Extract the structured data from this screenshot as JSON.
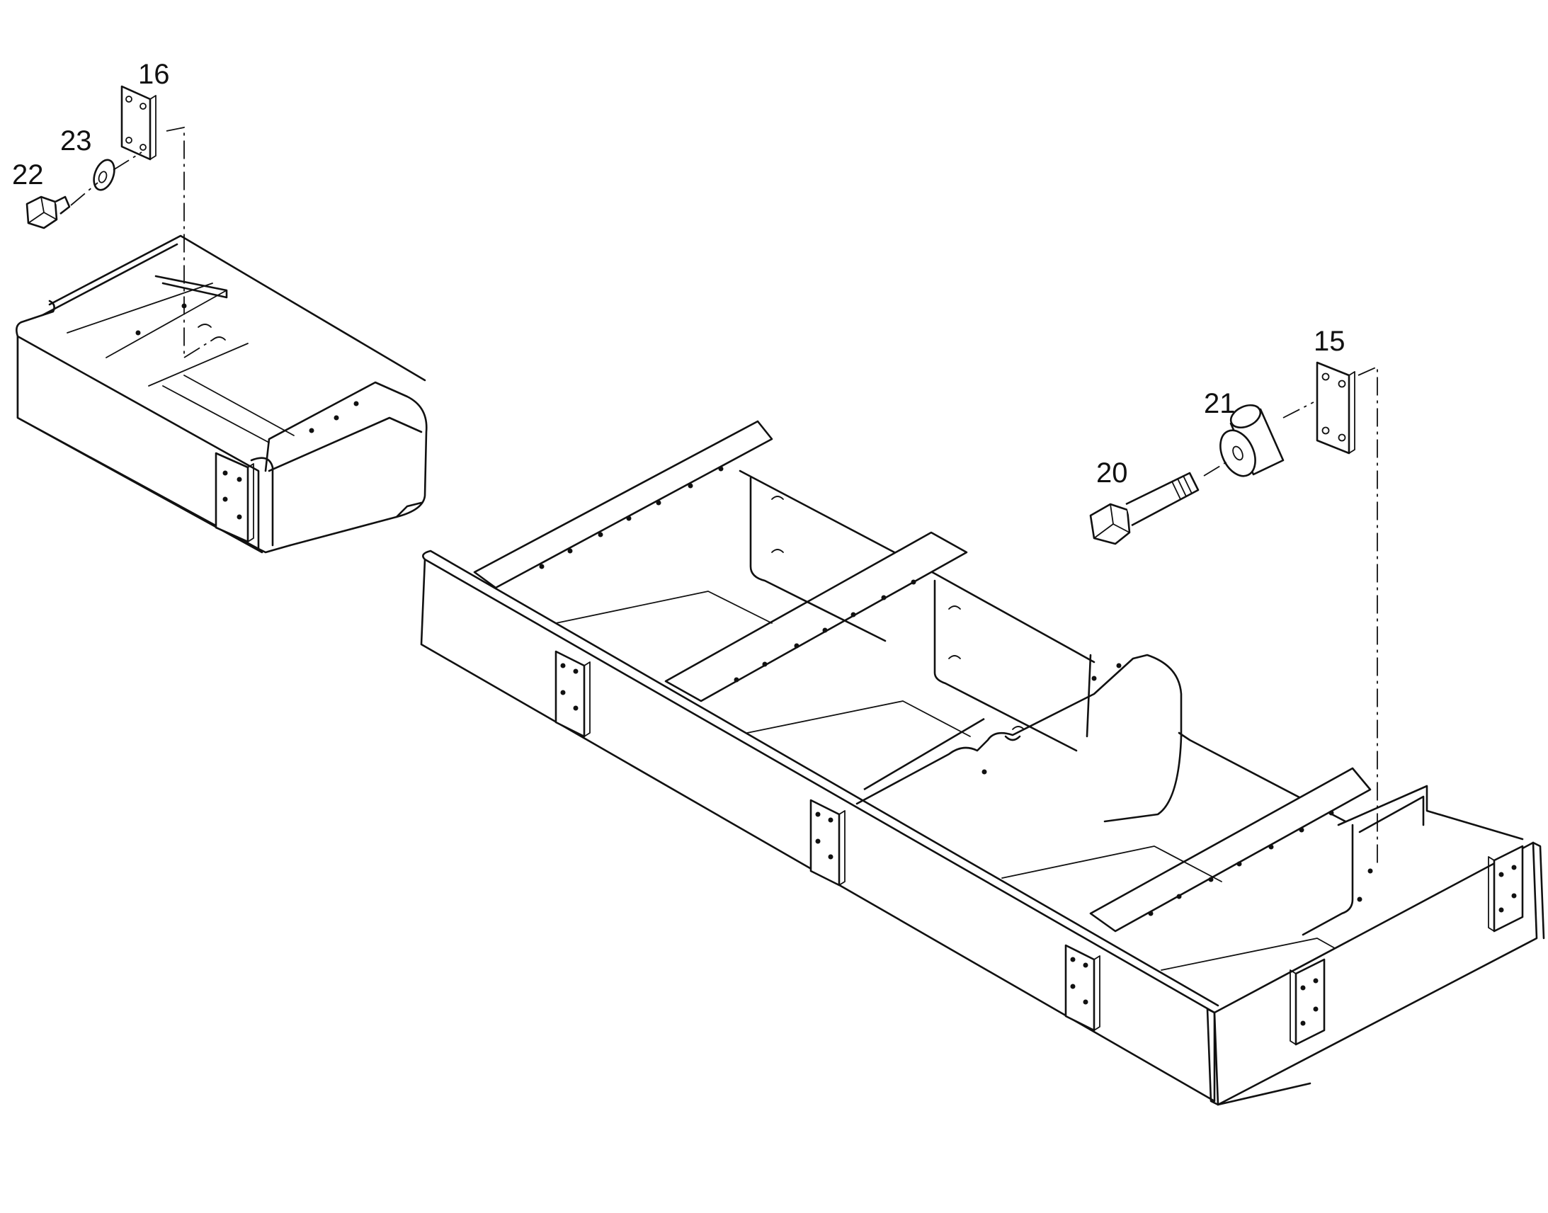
{
  "diagram": {
    "callouts": [
      {
        "id": "c16",
        "label": "16"
      },
      {
        "id": "c23",
        "label": "23"
      },
      {
        "id": "c22",
        "label": "22"
      },
      {
        "id": "c15",
        "label": "15"
      },
      {
        "id": "c21",
        "label": "21"
      },
      {
        "id": "c20",
        "label": "20"
      }
    ],
    "line_color": "#111111",
    "background": "#ffffff"
  }
}
